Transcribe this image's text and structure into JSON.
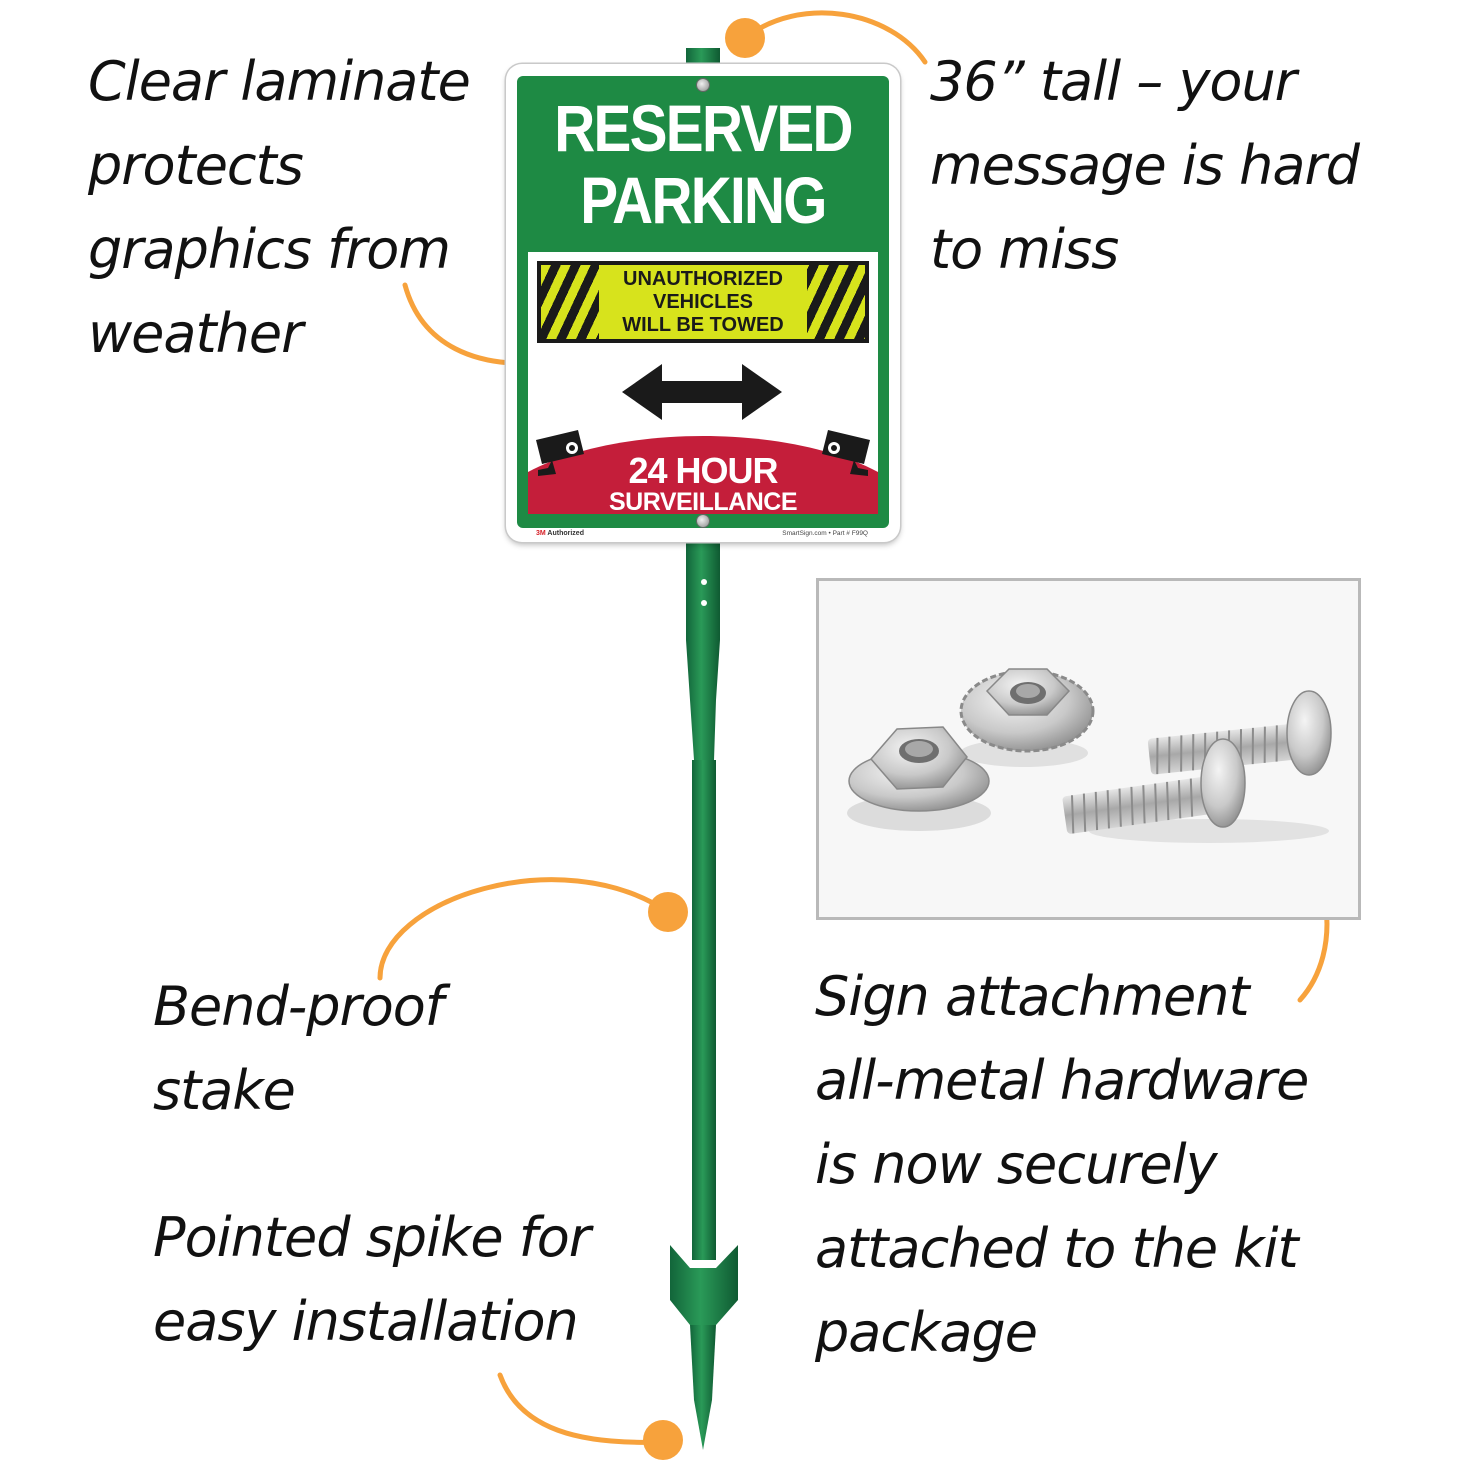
{
  "callouts": {
    "laminate": [
      "Clear laminate",
      "protects",
      "graphics from",
      "weather"
    ],
    "tall": [
      "36” tall – your",
      "message is hard",
      "to miss"
    ],
    "stake": [
      "Bend-proof",
      "stake"
    ],
    "spike": [
      "Pointed spike for",
      "easy installation"
    ],
    "hardware": [
      "Sign attachment",
      "all-metal hardware",
      "is now securely",
      "attached to the kit",
      "package"
    ]
  },
  "sign": {
    "title_line1": "RESERVED",
    "title_line2": "PARKING",
    "warning_lines": [
      "UNAUTHORIZED",
      "VEHICLES",
      "WILL BE TOWED"
    ],
    "surveillance_hours": "24 HOUR",
    "surveillance_label": "SURVEILLANCE",
    "brand_mark": "3M",
    "brand_text": "Authorized",
    "part_text": "SmartSign.com • Part # F99Q"
  },
  "colors": {
    "sign_green": "#1e8a44",
    "warning_yellow": "#d7e31c",
    "surveillance_red": "#c41e3a",
    "leader_orange": "#f7a23c",
    "stake_green": "#1d7f45"
  },
  "icons": [
    "double-arrow-icon",
    "security-camera-icon"
  ]
}
